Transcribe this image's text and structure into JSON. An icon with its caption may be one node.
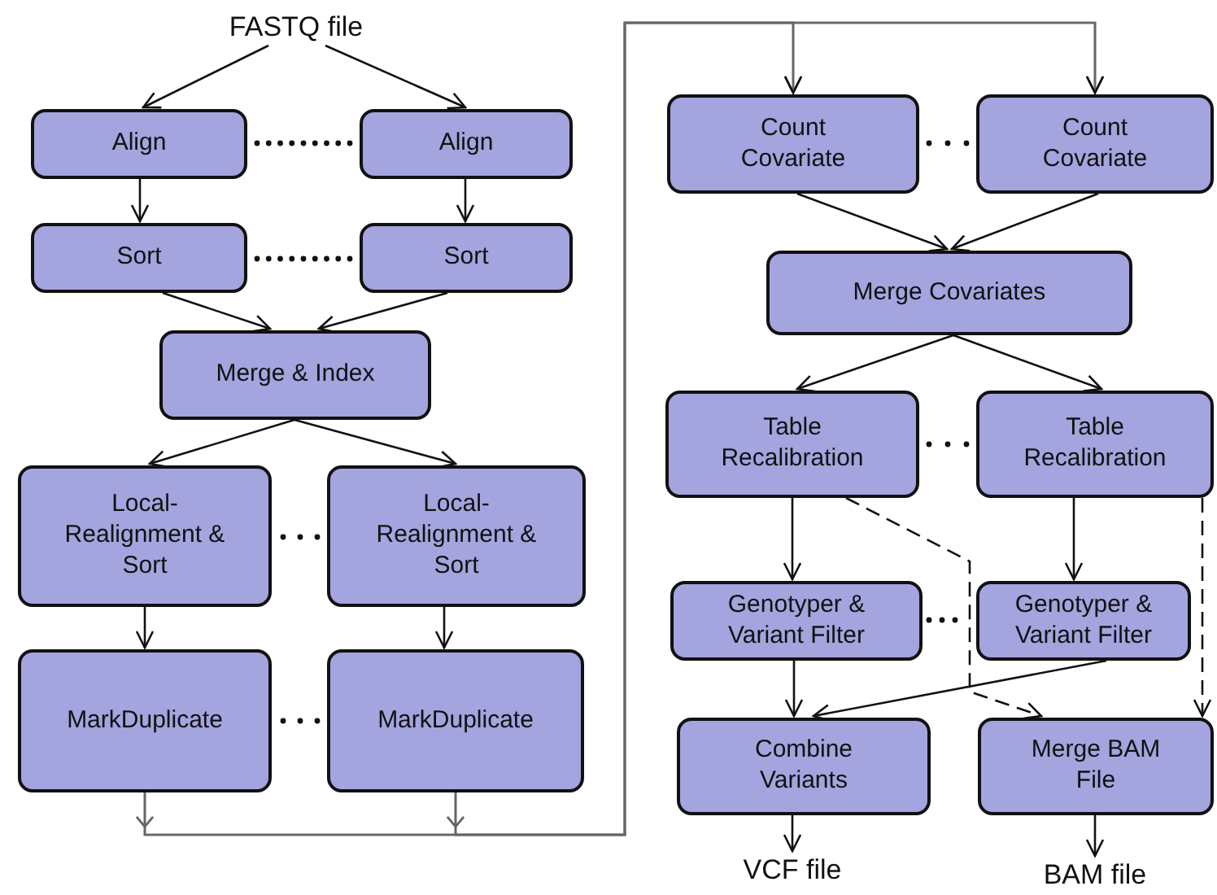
{
  "diagram": {
    "nodes": [
      {
        "text": [
          "FASTQ file"
        ]
      },
      {
        "text": [
          "Align"
        ]
      },
      {
        "text": [
          "Align"
        ]
      },
      {
        "text": [
          "Sort"
        ]
      },
      {
        "text": [
          "Sort"
        ]
      },
      {
        "text": [
          "Merge & Index"
        ]
      },
      {
        "text": [
          "Local- Realignment & Sort"
        ]
      },
      {
        "text": [
          "Local- Realignment & Sort"
        ]
      },
      {
        "text": [
          "MarkDuplicate"
        ]
      },
      {
        "text": [
          "MarkDuplicate"
        ]
      },
      {
        "text": [
          "Count Covariate"
        ]
      },
      {
        "text": [
          "Count Covariate"
        ]
      },
      {
        "text": [
          "Merge Covariates"
        ]
      },
      {
        "text": [
          "Table Recalibration"
        ]
      },
      {
        "text": [
          "Table Recalibration"
        ]
      },
      {
        "text": [
          "Genotyper & Variant Filter"
        ]
      },
      {
        "text": [
          "Genotyper & Variant Filter"
        ]
      },
      {
        "text": [
          "Combine Variants"
        ]
      },
      {
        "text": [
          "Merge BAM File"
        ]
      },
      {
        "text": [
          "VCF file"
        ]
      },
      {
        "text": [
          "BAM file"
        ]
      }
    ],
    "edges": [
      {
        "from": 0,
        "to": 1,
        "arrow": "to"
      },
      {
        "from": 0,
        "to": 2,
        "arrow": "to"
      },
      {
        "from": 1,
        "to": 3,
        "arrow": "to"
      },
      {
        "from": 2,
        "to": 4,
        "arrow": "to"
      },
      {
        "from": 3,
        "to": 5,
        "arrow": "to"
      },
      {
        "from": 4,
        "to": 5,
        "arrow": "to"
      },
      {
        "from": 5,
        "to": 6,
        "arrow": "to"
      },
      {
        "from": 5,
        "to": 7,
        "arrow": "to"
      },
      {
        "from": 6,
        "to": 8,
        "arrow": "to"
      },
      {
        "from": 7,
        "to": 9,
        "arrow": "to"
      },
      {
        "from": 8,
        "to": 10,
        "arrow": "to"
      },
      {
        "from": 8,
        "to": 11,
        "arrow": "to"
      },
      {
        "from": 9,
        "to": 10,
        "arrow": "to"
      },
      {
        "from": 9,
        "to": 11,
        "arrow": "to"
      },
      {
        "from": 10,
        "to": 12,
        "arrow": "to"
      },
      {
        "from": 11,
        "to": 12,
        "arrow": "to"
      },
      {
        "from": 12,
        "to": 13,
        "arrow": "to"
      },
      {
        "from": 12,
        "to": 14,
        "arrow": "to"
      },
      {
        "from": 13,
        "to": 15,
        "arrow": "to"
      },
      {
        "from": 14,
        "to": 16,
        "arrow": "to"
      },
      {
        "from": 13,
        "to": 18,
        "arrow": "to",
        "style": "dashed"
      },
      {
        "from": 14,
        "to": 18,
        "arrow": "to",
        "style": "dashed"
      },
      {
        "from": 15,
        "to": 17,
        "arrow": "to"
      },
      {
        "from": 16,
        "to": 17,
        "arrow": "to"
      },
      {
        "from": 17,
        "to": 19,
        "arrow": "to"
      },
      {
        "from": 18,
        "to": 20,
        "arrow": "to"
      }
    ]
  }
}
